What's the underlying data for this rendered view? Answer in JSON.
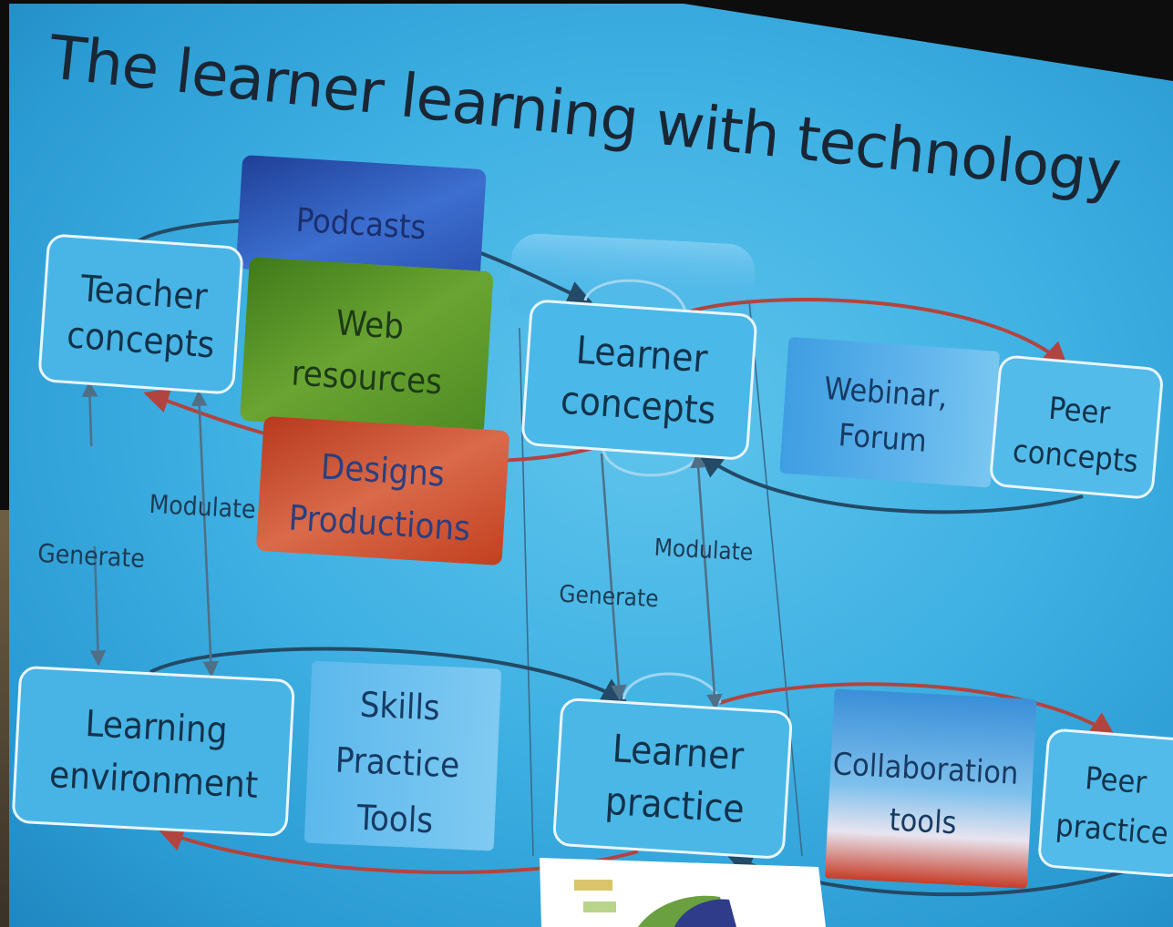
{
  "slide": {
    "title": "The learner learning with technology"
  },
  "nodes": {
    "teacher_concepts": [
      "Teacher",
      "concepts"
    ],
    "learner_concepts": [
      "Learner",
      "concepts"
    ],
    "peer_concepts": [
      "Peer",
      "concepts"
    ],
    "learning_environment": [
      "Learning",
      "environment"
    ],
    "learner_practice": [
      "Learner",
      "practice"
    ],
    "peer_practice": [
      "Peer",
      "practice"
    ]
  },
  "media": {
    "podcasts": [
      "Podcasts"
    ],
    "web_resources": [
      "Web",
      "resources"
    ],
    "designs_productions": [
      "Designs",
      "Productions"
    ],
    "webinar_forum": [
      "Webinar,",
      "Forum"
    ],
    "skills_practice_tools": [
      "Skills",
      "Practice",
      "Tools"
    ],
    "collaboration_tools": [
      "Collaboration",
      "tools"
    ]
  },
  "arrow_labels": {
    "left_generate": "Generate",
    "left_modulate": "Modulate",
    "center_generate": "Generate",
    "center_modulate": "Modulate"
  },
  "colors": {
    "slide_bg": "#3fb1e3",
    "node_border": "#eaf6fd",
    "node_text": "#12324a",
    "podcasts": "#2f58b8",
    "web_resources": "#4f8a22",
    "designs_productions": "#cc4a26",
    "arrow_dark": "#234a66",
    "arrow_red": "#b2443f"
  }
}
